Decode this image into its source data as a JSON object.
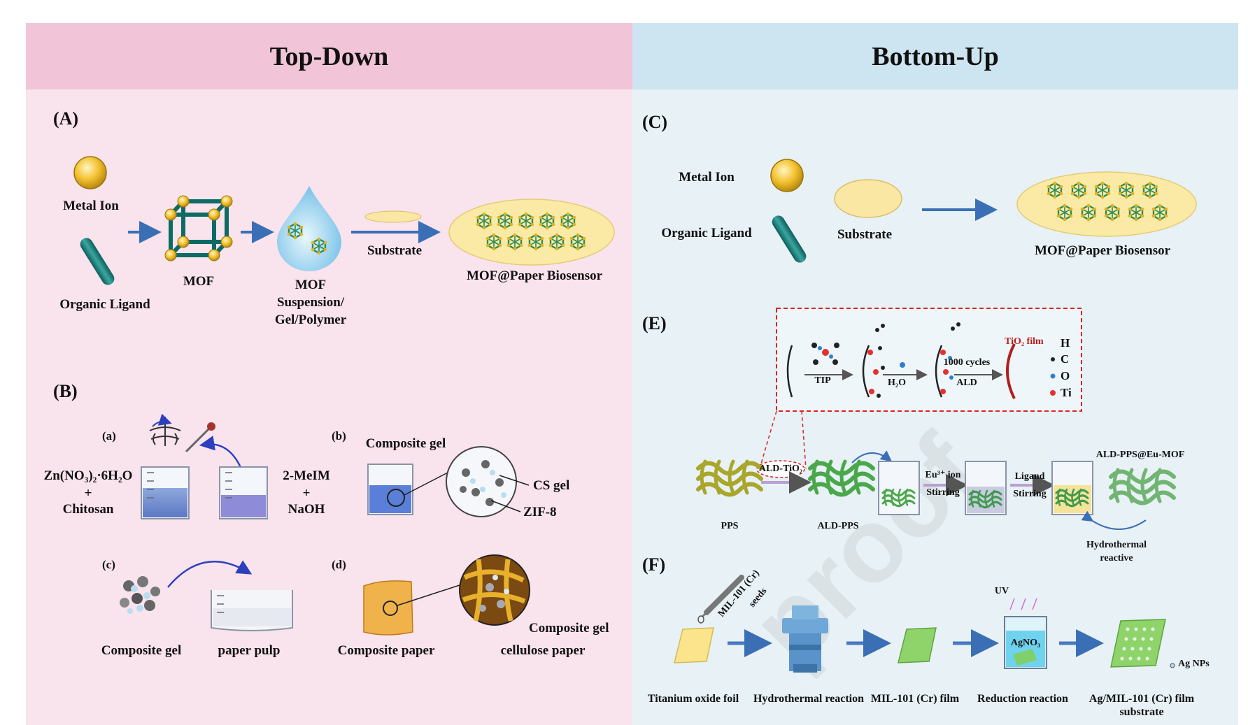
{
  "headers": {
    "left": "Top-Down",
    "right": "Bottom-Up"
  },
  "sections": {
    "A": "(A)",
    "B": "(B)",
    "C": "(C)",
    "E": "(E)",
    "F": "(F)"
  },
  "panelA": {
    "metal_ion": "Metal Ion",
    "organic_ligand": "Organic Ligand",
    "mof": "MOF",
    "mof_suspension": "MOF",
    "mof_suspension_2": "Suspension/",
    "mof_suspension_3": "Gel/Polymer",
    "substrate": "Substrate",
    "biosensor": "MOF@Paper Biosensor"
  },
  "panelB": {
    "a": "(a)",
    "b": "(b)",
    "c": "(c)",
    "d": "(d)",
    "zn_line1": "Zn(NO₃)₂·6H₂O",
    "zn_plus": "+",
    "zn_line2": "Chitosan",
    "meim_line1": "2-MeIM",
    "meim_plus": "+",
    "meim_line2": "NaOH",
    "composite_gel_b": "Composite gel",
    "cs_gel": "CS gel",
    "zif8": "ZIF-8",
    "composite_gel_c": "Composite gel",
    "paper_pulp": "paper pulp",
    "composite_paper": "Composite paper",
    "composite_gel_d": "Composite gel",
    "cellulose_paper": "cellulose paper"
  },
  "panelC": {
    "metal_ion": "Metal Ion",
    "organic_ligand": "Organic Ligand",
    "substrate": "Substrate",
    "biosensor": "MOF@Paper Biosensor"
  },
  "panelE": {
    "tip": "TIP",
    "h2o": "H₂O",
    "cycles": "1000 cycles",
    "ald": "ALD",
    "tio2_film": "TiO₂ film",
    "legend_h": "H",
    "legend_c": "C",
    "legend_o": "O",
    "legend_ti": "Ti",
    "ald_tio2": "ALD-TiO₂",
    "pps": "PPS",
    "ald_pps": "ALD-PPS",
    "eu_ion": "Eu³⁺ ion",
    "stirring1": "Stirring",
    "ligand": "Ligand",
    "stirring2": "Stirring",
    "ald_pps_eu_mof": "ALD-PPS@Eu-MOF",
    "hydrothermal": "Hydrothermal",
    "reactive": "reactive"
  },
  "panelF": {
    "mil_seeds": "MIL-101 (Cr)",
    "seeds": "seeds",
    "uv": "UV",
    "agno3": "AgNO₃",
    "ag_nps": "Ag NPs",
    "ti_foil": "Titanium oxide foil",
    "hydrothermal_reaction": "Hydrothermal reaction",
    "mil_film": "MIL-101 (Cr) film",
    "reduction": "Reduction reaction",
    "ag_mil_1": "Ag/MIL-101 (Cr) film",
    "ag_mil_2": "substrate"
  },
  "watermark": "proof",
  "colors": {
    "left_header": "#f2c4d7",
    "right_header": "#cde5f0",
    "left_bg": "#f9e3ec",
    "right_bg": "#e7f1f6",
    "arrow": "#3a6fb5"
  }
}
